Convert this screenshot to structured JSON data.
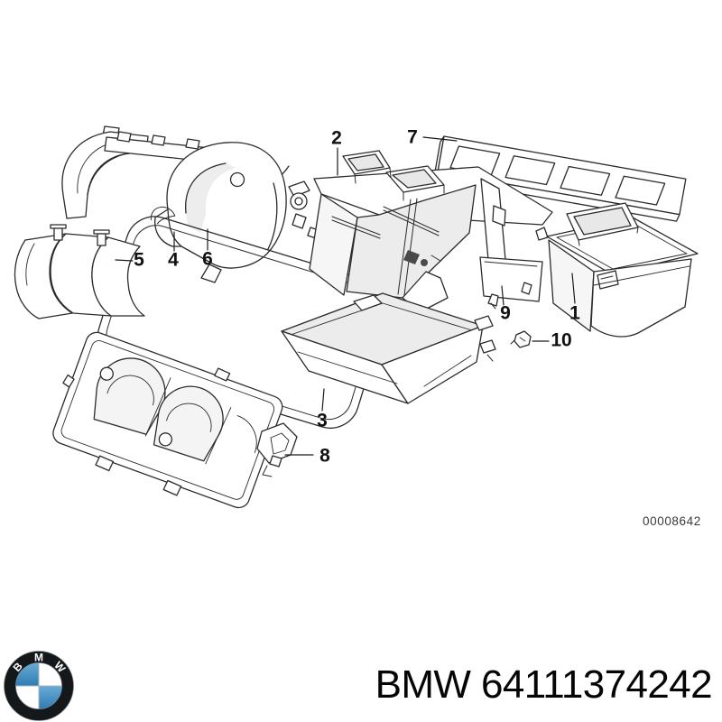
{
  "diagram": {
    "image_number": "00008642",
    "callouts": [
      {
        "label": "1"
      },
      {
        "label": "2"
      },
      {
        "label": "3"
      },
      {
        "label": "4"
      },
      {
        "label": "5"
      },
      {
        "label": "6"
      },
      {
        "label": "7"
      },
      {
        "label": "8"
      },
      {
        "label": "9"
      },
      {
        "label": "10"
      }
    ]
  },
  "footer": {
    "title": "BMW 64111374242",
    "logo": {
      "letters": [
        "B",
        "M",
        "W"
      ]
    }
  },
  "colors": {
    "background": "#ffffff",
    "line_art": "#2b2b2b",
    "shading": "#ececec",
    "callout_text": "#111111",
    "watermark_text": "#383838",
    "footer_text": "#050505",
    "bmw_blue": "#3d87ba",
    "bmw_ring_black": "#15181a"
  }
}
